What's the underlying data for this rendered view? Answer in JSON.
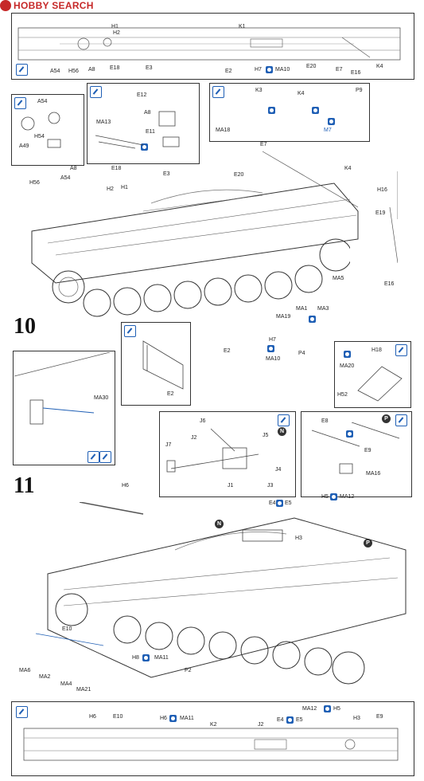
{
  "watermark": {
    "text": "HOBBY SEARCH"
  },
  "steps": {
    "step10": "10",
    "step11": "11"
  },
  "top_strip": {
    "labels": [
      "H1",
      "H2",
      "K1",
      "A54",
      "H56",
      "A8",
      "E18",
      "E3",
      "E2",
      "H7",
      "MA10",
      "E20",
      "E7",
      "E16",
      "K4"
    ]
  },
  "step10": {
    "left_box": [
      "A54",
      "A49",
      "H54"
    ],
    "mid_box": [
      "E12",
      "A8",
      "MA13",
      "E11"
    ],
    "right_box": [
      "K3",
      "K4",
      "P9",
      "MA18",
      "M7"
    ],
    "main": [
      "A8",
      "E18",
      "E3",
      "H1",
      "H2",
      "H56",
      "A54",
      "E7",
      "E20",
      "K4",
      "H16",
      "E19",
      "E16",
      "MA5",
      "MA1",
      "MA3",
      "MA19",
      "H7",
      "MA10",
      "E2",
      "P4"
    ],
    "detail_e2": [
      "E2"
    ],
    "detail_h18": [
      "H18",
      "MA20",
      "H52"
    ],
    "detail_ma30": [
      "MA30"
    ]
  },
  "step11": {
    "j_box": [
      "J6",
      "J2",
      "J7",
      "J5",
      "J4",
      "J1",
      "J3"
    ],
    "e8_box": [
      "E8",
      "E9",
      "MA16"
    ],
    "main": [
      "H6",
      "E4",
      "E5",
      "H5",
      "MA12",
      "H3",
      "E10",
      "H8",
      "MA11",
      "MA6",
      "MA2",
      "MA4",
      "MA21",
      "P2"
    ],
    "bottom_strip": [
      "H6",
      "E10",
      "H6",
      "MA11",
      "K2",
      "J2",
      "E4",
      "E5",
      "MA12",
      "H5",
      "H3",
      "E9"
    ]
  },
  "colors": {
    "accent": "#1f5fb5",
    "watermark": "#c62828",
    "line": "#333333"
  }
}
